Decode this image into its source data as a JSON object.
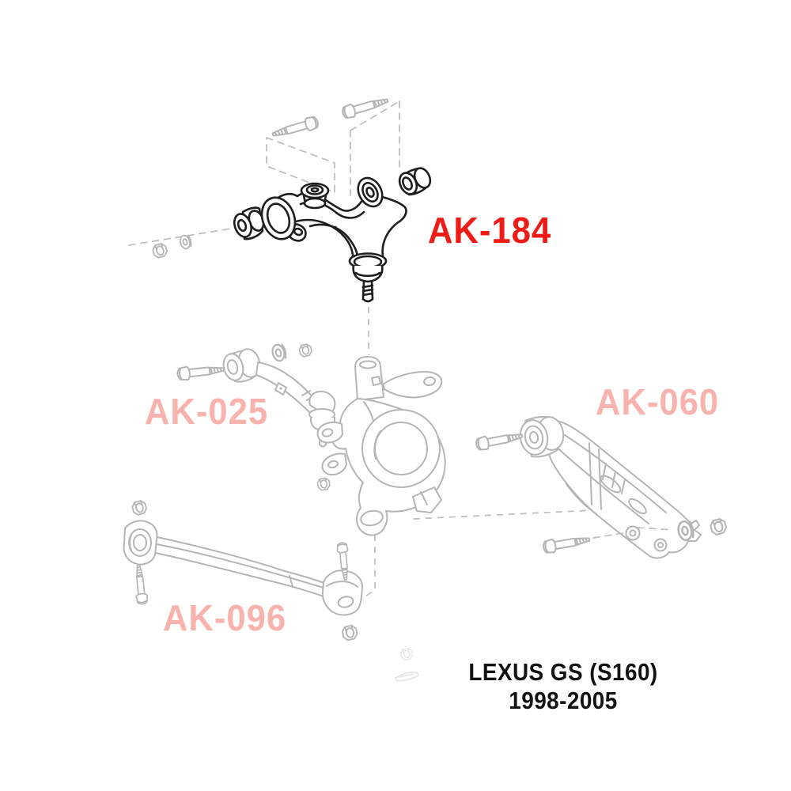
{
  "diagram": {
    "type": "exploded-suspension-parts-diagram",
    "vehicle_caption": {
      "line1": "LEXUS GS (S160)",
      "line2": "1998-2005"
    },
    "part_labels": {
      "ak184": {
        "label": "AK-184",
        "state": "highlighted"
      },
      "ak025": {
        "label": "AK-025",
        "state": "faded"
      },
      "ak060": {
        "label": "AK-060",
        "state": "faded"
      },
      "ak096": {
        "label": "AK-096",
        "state": "faded"
      }
    },
    "colors": {
      "background": "#ffffff",
      "highlight_label": "#ee1c17",
      "faded_label": "#f9b3ae",
      "featured_part_line": "#1e1e1e",
      "faded_part_line": "#b5b5b5",
      "caption_text": "#121212"
    }
  }
}
